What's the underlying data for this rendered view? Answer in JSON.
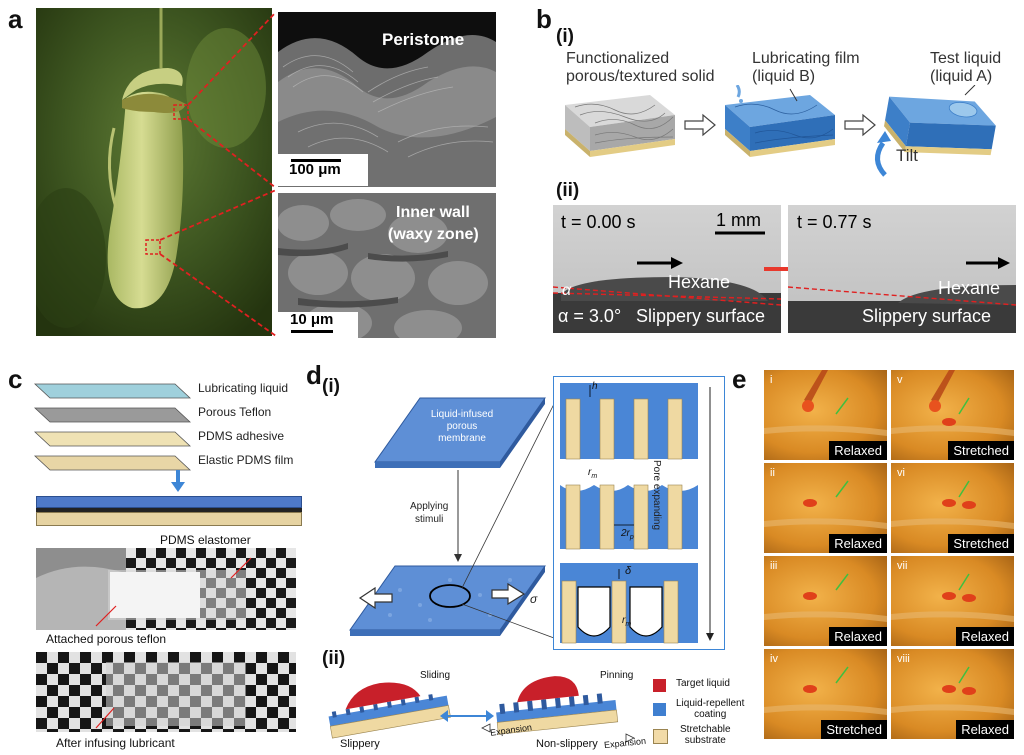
{
  "panel_a": {
    "label": "a",
    "sem_top": {
      "title": "Peristome",
      "scale": "100 μm"
    },
    "sem_bottom": {
      "title_line1": "Inner wall",
      "title_line2": "(waxy zone)",
      "scale": "10 μm"
    }
  },
  "panel_b": {
    "label": "b",
    "sub_i": "(i)",
    "sub_ii": "(ii)",
    "step1_line1": "Functionalized",
    "step1_line2": "porous/textured solid",
    "step2_line1": "Lubricating film",
    "step2_line2": "(liquid B)",
    "step3_line1": "Test liquid",
    "step3_line2": "(liquid A)",
    "tilt": "Tilt",
    "frame1": {
      "time": "t = 0.00 s",
      "scale": "1 mm",
      "drop": "Hexane",
      "angle_symbol": "α",
      "angle": "α = 3.0°",
      "surface": "Slippery surface"
    },
    "frame2": {
      "time": "t = 0.77 s",
      "drop": "Hexane",
      "surface": "Slippery surface"
    }
  },
  "panel_c": {
    "label": "c",
    "layers": [
      "Lubricating liquid",
      "Porous Teflon",
      "PDMS adhesive",
      "Elastic PDMS film"
    ],
    "photo1_label_top": "PDMS elastomer",
    "photo1_label_bottom": "Attached porous teflon",
    "photo2_label": "After infusing lubricant"
  },
  "panel_d": {
    "label": "d",
    "sub_i": "(i)",
    "sub_ii": "(ii)",
    "membrane": "Liquid-infused porous membrane",
    "applying_line1": "Applying",
    "applying_line2": "stimuli",
    "sigma": "σ",
    "pore_expanding": "Pore expanding",
    "h": "h",
    "rm": "r",
    "rm_sub": "m",
    "two_rp": "2r",
    "two_rp_sub": "p",
    "delta": "δ",
    "sliding": "Sliding",
    "pinning": "Pinning",
    "slippery": "Slippery",
    "non_slippery": "Non-slippery",
    "expansion": "Expansion",
    "legend": [
      {
        "label": "Target liquid",
        "color": "#c8202a"
      },
      {
        "label_line1": "Liquid-repellent",
        "label_line2": "coating",
        "color": "#3f7fd0"
      },
      {
        "label_line1": "Stretchable",
        "label_line2": "substrate",
        "color": "#f2dba8"
      }
    ]
  },
  "panel_e": {
    "label": "e",
    "frames": [
      {
        "roman": "i",
        "state": "Relaxed"
      },
      {
        "roman": "v",
        "state": "Stretched"
      },
      {
        "roman": "ii",
        "state": "Relaxed"
      },
      {
        "roman": "vi",
        "state": "Stretched"
      },
      {
        "roman": "iii",
        "state": "Relaxed"
      },
      {
        "roman": "vii",
        "state": "Relaxed"
      },
      {
        "roman": "iv",
        "state": "Stretched"
      },
      {
        "roman": "viii",
        "state": "Relaxed"
      }
    ]
  }
}
